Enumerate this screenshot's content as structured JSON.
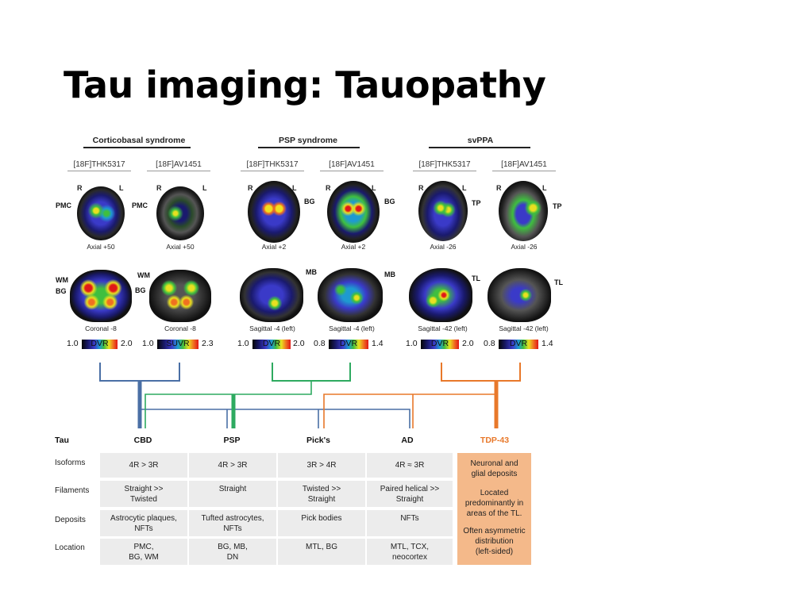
{
  "slide": {
    "title": "Tau imaging: Tauopathy"
  },
  "figure": {
    "groups": [
      {
        "label": "Corticobasal syndrome"
      },
      {
        "label": "PSP syndrome"
      },
      {
        "label": "svPPA"
      }
    ],
    "tracers": [
      "[18F]THK5317",
      "[18F]AV1451",
      "[18F]THK5317",
      "[18F]AV1451",
      "[18F]THK5317",
      "[18F]AV1451"
    ],
    "orientation": {
      "right": "R",
      "left": "L"
    },
    "axial_captions": [
      "Axial +50",
      "Axial +50",
      "Axial +2",
      "Axial +2",
      "Axial -26",
      "Axial -26"
    ],
    "second_captions": [
      "Coronal -8",
      "Coronal -8",
      "Sagittal -4 (left)",
      "Sagittal -4 (left)",
      "Sagittal -42 (left)",
      "Sagittal -42 (left)"
    ],
    "annotations": {
      "pmc": "PMC",
      "bg": "BG",
      "tp": "TP",
      "wm": "WM",
      "mb": "MB",
      "tl": "TL"
    },
    "colorbars": [
      {
        "min": "1.0",
        "label": "DVR",
        "max": "2.0"
      },
      {
        "min": "1.0",
        "label": "SUVR",
        "max": "2.3"
      },
      {
        "min": "1.0",
        "label": "DVR",
        "max": "2.0"
      },
      {
        "min": "0.8",
        "label": "DVR",
        "max": "1.4"
      },
      {
        "min": "1.0",
        "label": "DVR",
        "max": "2.0"
      },
      {
        "min": "0.8",
        "label": "DVR",
        "max": "1.4"
      }
    ],
    "colors": {
      "cbd_line": "#4a6fa5",
      "psp_line": "#2eaa60",
      "tdp_line": "#e8782a",
      "tdp_fill": "#f4b98a",
      "cell_fill": "#ececec"
    }
  },
  "table": {
    "corner": "Tau",
    "columns": [
      "CBD",
      "PSP",
      "Pick's",
      "AD",
      "TDP-43"
    ],
    "rows": [
      {
        "label": "Isoforms",
        "cells": [
          "4R > 3R",
          "4R > 3R",
          "3R > 4R",
          "4R ≈ 3R"
        ]
      },
      {
        "label": "Filaments",
        "cells": [
          "Straight >>",
          "Straight",
          "Twisted >>",
          "Paired helical >>"
        ],
        "cells2": [
          "Twisted",
          "",
          "Straight",
          "Straight"
        ]
      },
      {
        "label": "Deposits",
        "cells": [
          "Astrocytic plaques,",
          "Tufted astrocytes,",
          "Pick bodies",
          "NFTs"
        ],
        "cells2": [
          "NFTs",
          "NFTs",
          "",
          ""
        ]
      },
      {
        "label": "Location",
        "cells": [
          "PMC,",
          "BG, MB,",
          "MTL, BG",
          "MTL, TCX,"
        ],
        "cells2": [
          "BG, WM",
          "DN",
          "",
          "neocortex"
        ]
      }
    ],
    "tdp43": {
      "line1": "Neuronal and",
      "line2": "glial deposits",
      "line3": "Located",
      "line4": "predominantly in",
      "line5": "areas of the TL.",
      "line6": "Often asymmetric",
      "line7": "distribution",
      "line8": "(left-sided)"
    }
  }
}
